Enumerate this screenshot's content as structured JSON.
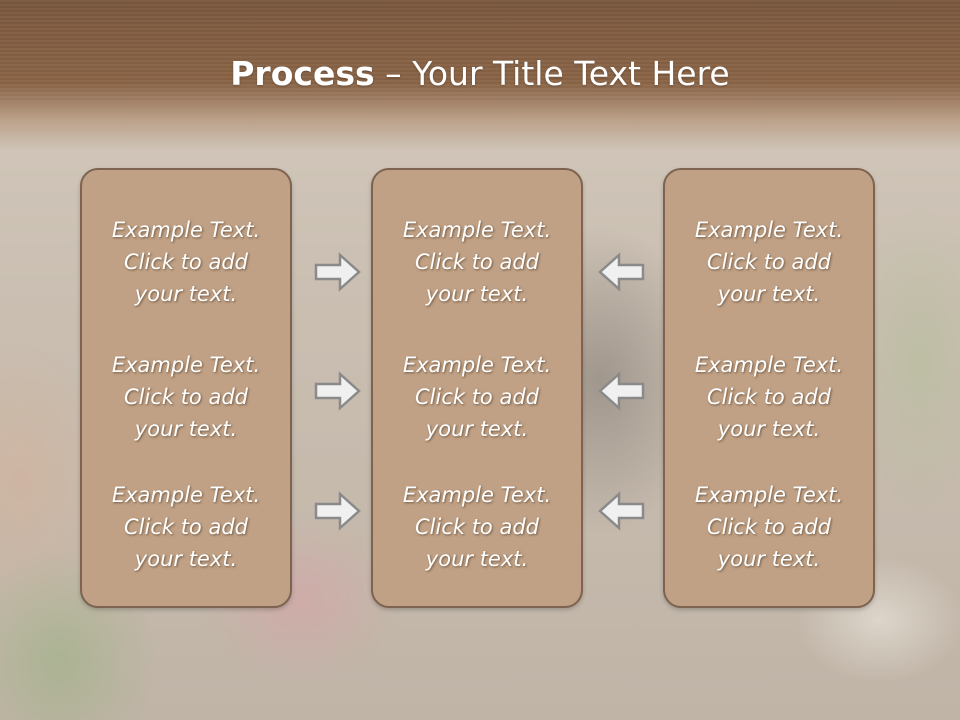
{
  "slide": {
    "title_bold": "Process",
    "title_rest": " – Your Title Text Here"
  },
  "columns": [
    {
      "name": "left",
      "cells": [
        {
          "line1": "Example Text.",
          "line2": "Click  to add",
          "line3": "your text."
        },
        {
          "line1": "Example Text.",
          "line2": "Click  to add",
          "line3": "your text."
        },
        {
          "line1": "Example Text.",
          "line2": "Click  to add",
          "line3": "your text."
        }
      ]
    },
    {
      "name": "middle",
      "cells": [
        {
          "line1": "Example Text.",
          "line2": "Click  to add",
          "line3": "your text."
        },
        {
          "line1": "Example Text.",
          "line2": "Click  to add",
          "line3": "your text."
        },
        {
          "line1": "Example Text.",
          "line2": "Click  to add",
          "line3": "your text."
        }
      ]
    },
    {
      "name": "right",
      "cells": [
        {
          "line1": "Example Text.",
          "line2": "Click  to add",
          "line3": "your text."
        },
        {
          "line1": "Example Text.",
          "line2": "Click  to add",
          "line3": "your text."
        },
        {
          "line1": "Example Text.",
          "line2": "Click  to add",
          "line3": "your text."
        }
      ]
    }
  ],
  "arrows": {
    "left_group_direction": "right",
    "right_group_direction": "left",
    "icon": "outline-arrow-icon"
  },
  "colors": {
    "title_band": "#8a6446",
    "box_fill": "#c0a185",
    "box_border": "#7d6350",
    "text": "#ffffff",
    "arrow_fill": "#f0f0f0",
    "arrow_stroke": "#8a8a8a"
  }
}
